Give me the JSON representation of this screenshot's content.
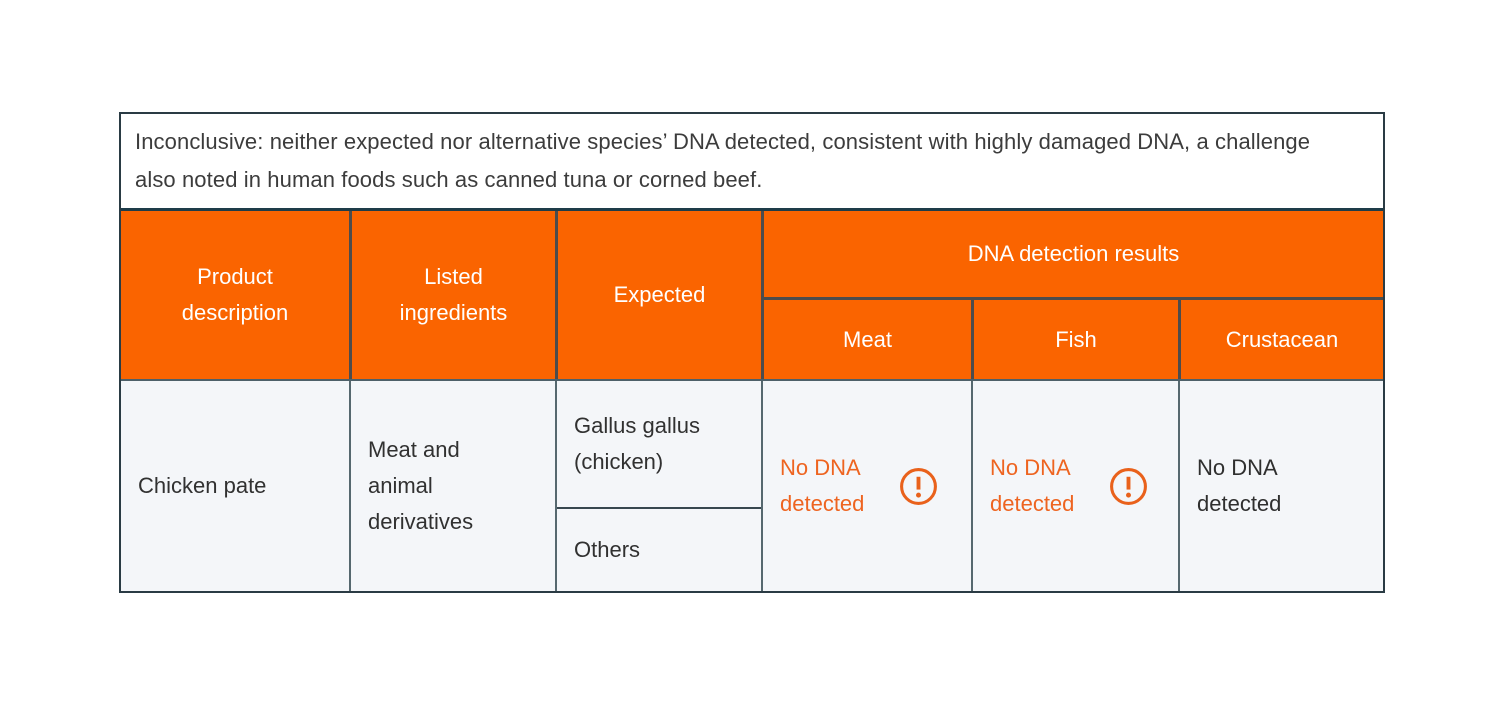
{
  "note": {
    "text": "Inconclusive: neither expected nor alternative species’ DNA detected, consistent with highly damaged DNA, a challenge also noted in human foods such as canned tuna or corned beef."
  },
  "table": {
    "header": {
      "product_description": "Product description",
      "listed_ingredients": "Listed ingredients",
      "expected": "Expected",
      "dna_detection_results": "DNA detection results",
      "meat": "Meat",
      "fish": "Fish",
      "crustacean": "Crustacean"
    },
    "row": {
      "product_description": "Chicken pate",
      "listed_ingredients": "Meat and animal derivatives",
      "expected_species": "Gallus gallus (chicken)",
      "expected_others": "Others",
      "meat_result": "No DNA detected",
      "meat_status": "inconclusive-warning",
      "fish_result": "No DNA detected",
      "fish_status": "inconclusive-warning",
      "crustacean_result": "No DNA detected",
      "crustacean_status": "plain"
    }
  },
  "icons": {
    "warning": "exclamation-circle"
  },
  "colors": {
    "header_orange": "#fa6400",
    "warning_orange": "#ee6420",
    "body_background": "#f4f6f9",
    "border_dark": "#2a3b44",
    "header_separator": "#4c4c4c"
  }
}
